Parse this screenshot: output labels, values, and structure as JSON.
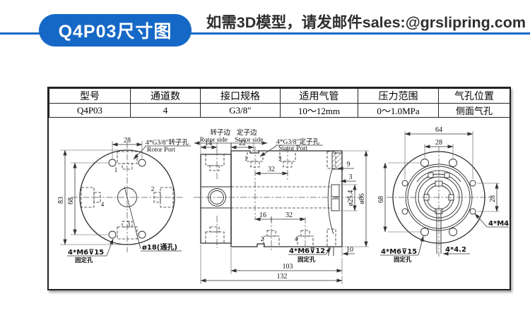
{
  "header": {
    "badge_label": "Q4P03尺寸图",
    "note": "如需3D模型，请发邮件sales:@grslipring.com",
    "accent_color": "#1568c6"
  },
  "spec_table": {
    "headers": [
      "型号",
      "通道数",
      "接口规格",
      "适用气管",
      "压力范围",
      "气孔位置"
    ],
    "values": [
      "Q4P03",
      "4",
      "G3/8″",
      "10～12mm",
      "0～1.0MPa",
      "侧面气孔"
    ]
  },
  "drawing": {
    "left_view": {
      "dim_width_28": "28",
      "dim_83": "83",
      "dim_68": "68",
      "rotor_port_cn": "4*G3/8″转子孔",
      "rotor_port_en": "Rotor Port",
      "center_hole_label": "ø18(通孔)",
      "fixing_label": "4*M6⊽15",
      "fixing_label_cn": "固定孔",
      "port_numbers": [
        "1",
        "2",
        "3",
        "4"
      ]
    },
    "section_view": {
      "rotor_side_cn": "转子边",
      "rotor_side_en": "Rotor side",
      "stator_side_cn": "定子边",
      "stator_side_en": "Stator side",
      "dim_14": "14",
      "dim_22": "22",
      "stator_port_cn": "4*G3/8″定子孔",
      "stator_port_en": "Stator Port",
      "dim_32_top": "32",
      "dim_16": "16",
      "dim_32_bottom": "32",
      "dim_9": "9",
      "dim_3": "3",
      "dim_bore": "ø25.4",
      "dim_od": "ø86",
      "fixing_label": "4*M6⊽12",
      "fixing_label_cn": "固定孔",
      "dim_10": "10",
      "dim_103": "103",
      "dim_132": "132",
      "port_numbers_top": [
        "1",
        "3"
      ],
      "port_numbers_bottom": [
        "2",
        "4"
      ]
    },
    "right_view": {
      "dim_64": "64",
      "dim_28_top": "28",
      "dim_68": "68",
      "dim_28_side": "28",
      "m4_label": "4*M4",
      "fixing_label": "4*M6⊽15",
      "fixing_label_cn": "固定孔",
      "pin_label": "4*4.2"
    }
  }
}
